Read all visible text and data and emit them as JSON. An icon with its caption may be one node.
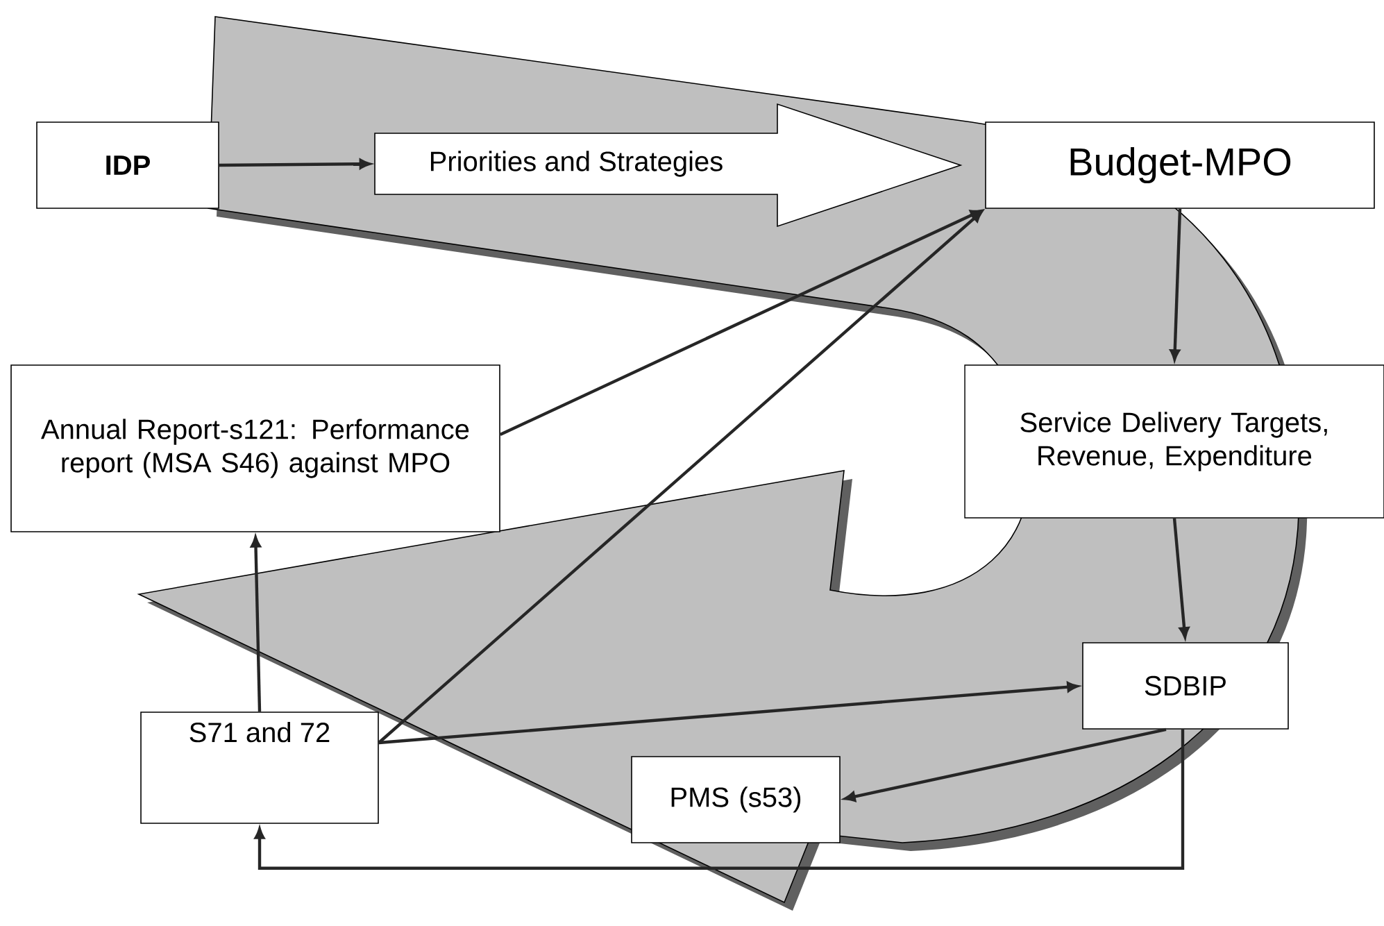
{
  "diagram": {
    "nodes": [
      {
        "text": [
          "IDP"
        ]
      },
      {
        "text": [
          "Priorities and Strategies"
        ]
      },
      {
        "text": [
          "Budget-MPO"
        ]
      },
      {
        "text": [
          "Annual Report-s121: Performance report (MSA S46) against MPO"
        ]
      },
      {
        "text": [
          "Service Delivery Targets, Revenue, Expenditure"
        ]
      },
      {
        "text": [
          "SDBIP"
        ]
      },
      {
        "text": [
          "S71 and 72"
        ]
      },
      {
        "text": [
          "PMS (s53)"
        ]
      }
    ],
    "edges": [
      {
        "from": 0,
        "to": 1,
        "arrow": "to"
      },
      {
        "from": 2,
        "to": 4,
        "arrow": "to"
      },
      {
        "from": 4,
        "to": 5,
        "arrow": "to"
      },
      {
        "from": 3,
        "to": 2,
        "arrow": "to"
      },
      {
        "from": 6,
        "to": 2,
        "arrow": "to"
      },
      {
        "from": 6,
        "to": 5,
        "arrow": "to"
      },
      {
        "from": 6,
        "to": 3,
        "arrow": "to"
      },
      {
        "from": 5,
        "to": 7,
        "arrow": "to"
      },
      {
        "from": 5,
        "to": 6,
        "arrow": "to"
      }
    ]
  }
}
